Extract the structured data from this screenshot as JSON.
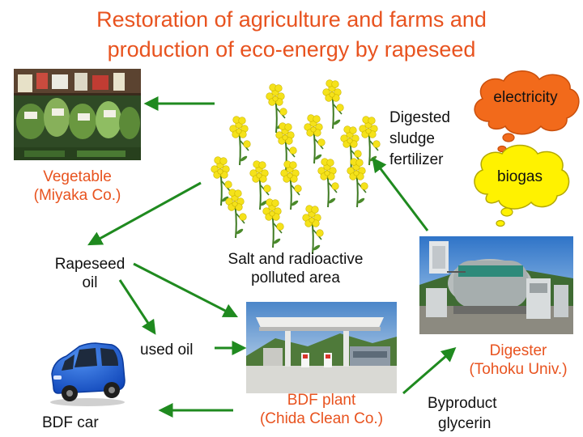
{
  "title": {
    "line1": "Restoration of agriculture and farms and",
    "line2": "production of eco-energy by rapeseed"
  },
  "center": {
    "line1": "Salt and radioactive",
    "line2": "polluted area"
  },
  "vegetable": {
    "line1": "Vegetable",
    "line2": "(Miyaka Co.)"
  },
  "rapeseed_oil": {
    "line1": "Rapeseed",
    "line2": "oil"
  },
  "used_oil": "used oil",
  "bdf_car": "BDF car",
  "bdf_plant": {
    "line1": "BDF plant",
    "line2": "(Chida Clean Co.)"
  },
  "digester": {
    "line1": "Digester",
    "line2": "(Tohoku Univ.)"
  },
  "byproduct": {
    "line1": "Byproduct",
    "line2": "glycerin"
  },
  "fertilizer": {
    "line1": "Digested",
    "line2": "sludge",
    "line3": "fertilizer"
  },
  "clouds": {
    "electricity": "electricity",
    "biogas": "biogas"
  },
  "colors": {
    "title": "#e8531f",
    "arrow": "#1f8a1f",
    "electricity_cloud": "#f26a1b",
    "biogas_cloud": "#fff200",
    "flower": "#f5e21a",
    "car": "#1a5fd6"
  }
}
